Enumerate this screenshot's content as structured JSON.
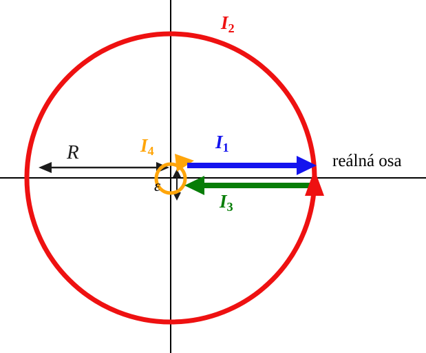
{
  "figure": {
    "background": "#ffffff",
    "axis_label": "reálná osa",
    "labels": {
      "I1": {
        "base": "I",
        "sub": "1"
      },
      "I2": {
        "base": "I",
        "sub": "2"
      },
      "I3": {
        "base": "I",
        "sub": "3"
      },
      "I4": {
        "base": "I",
        "sub": "4"
      },
      "R": "R",
      "epsilon": "ε"
    },
    "colors": {
      "contour_red": "#ee1111",
      "segment_blue": "#1414ee",
      "segment_green": "#077d07",
      "small_circle_orange": "#ffa50a",
      "axis_black": "#000000",
      "annotation_black": "#1c1c1c"
    }
  }
}
